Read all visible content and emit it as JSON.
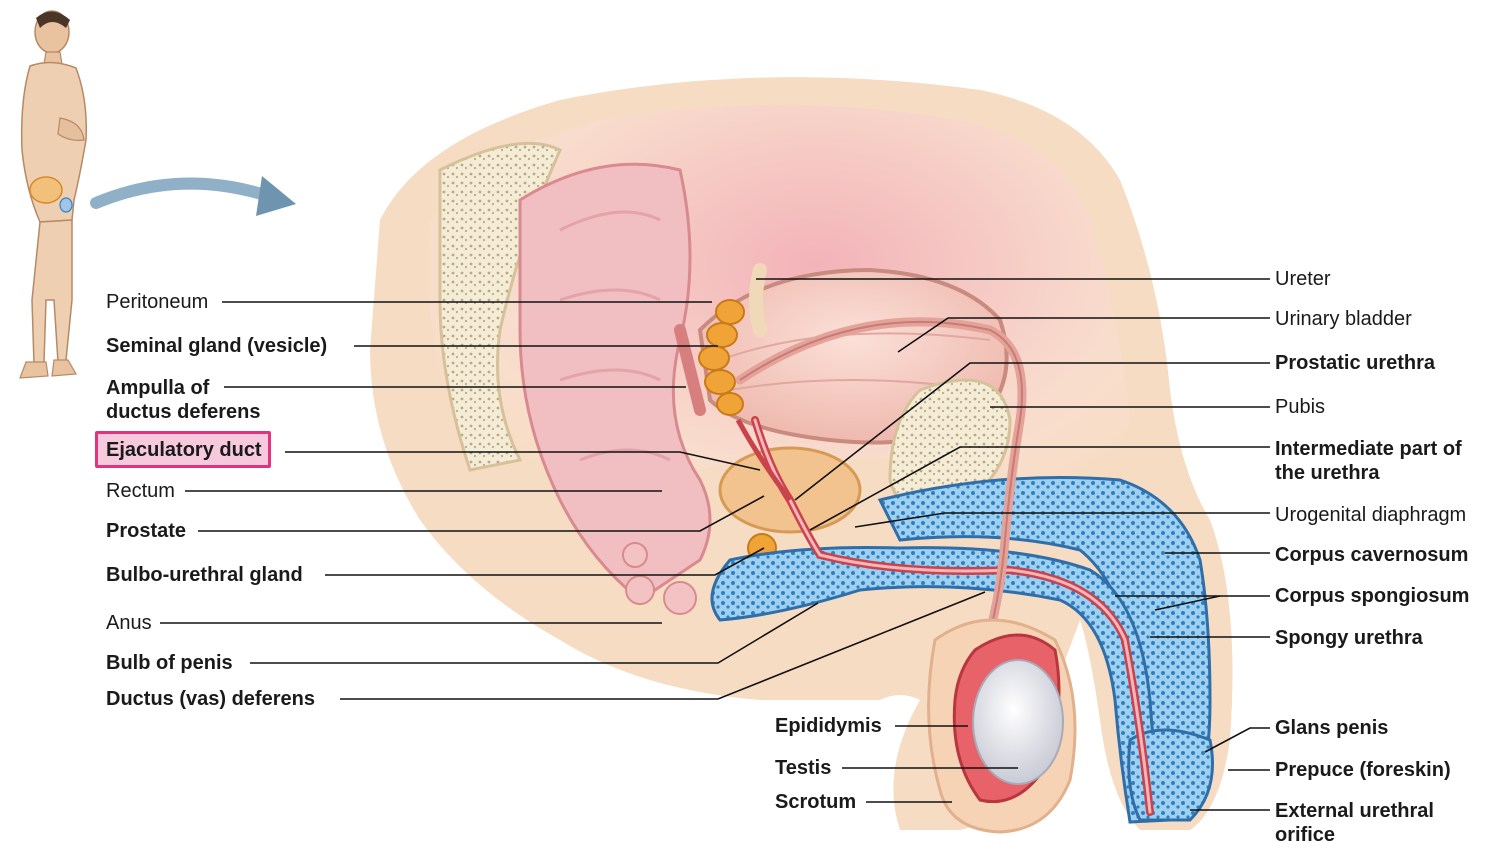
{
  "colors": {
    "highlight_fill": "#f6c9dc",
    "highlight_border": "#e2347e",
    "leader_line": "#111111",
    "erectile_tissue": "#3a8fd0",
    "urethra": "#c9434d",
    "skin": "#f6d7b8"
  },
  "labels_left": {
    "peritoneum": "Peritoneum",
    "seminal_gland": "Seminal gland (vesicle)",
    "ampulla_line1": "Ampulla of",
    "ampulla_line2": "ductus deferens",
    "ejaculatory_duct": "Ejaculatory duct",
    "rectum": "Rectum",
    "prostate": "Prostate",
    "bulbo_urethral_gland": "Bulbo-urethral gland",
    "anus": "Anus",
    "bulb_of_penis": "Bulb of penis",
    "ductus_deferens": "Ductus (vas) deferens"
  },
  "labels_bottom": {
    "epididymis": "Epididymis",
    "testis": "Testis",
    "scrotum": "Scrotum"
  },
  "labels_right": {
    "ureter": "Ureter",
    "urinary_bladder": "Urinary bladder",
    "prostatic_urethra": "Prostatic urethra",
    "pubis": "Pubis",
    "intermediate_urethra_line1": "Intermediate part of",
    "intermediate_urethra_line2": "the urethra",
    "urogenital_diaphragm": "Urogenital diaphragm",
    "corpus_cavernosum": "Corpus cavernosum",
    "corpus_spongiosum": "Corpus spongiosum",
    "spongy_urethra": "Spongy urethra",
    "glans_penis": "Glans penis",
    "prepuce": "Prepuce (foreskin)",
    "external_orifice_line1": "External urethral",
    "external_orifice_line2": "orifice"
  },
  "highlighted_label": "Ejaculatory duct"
}
